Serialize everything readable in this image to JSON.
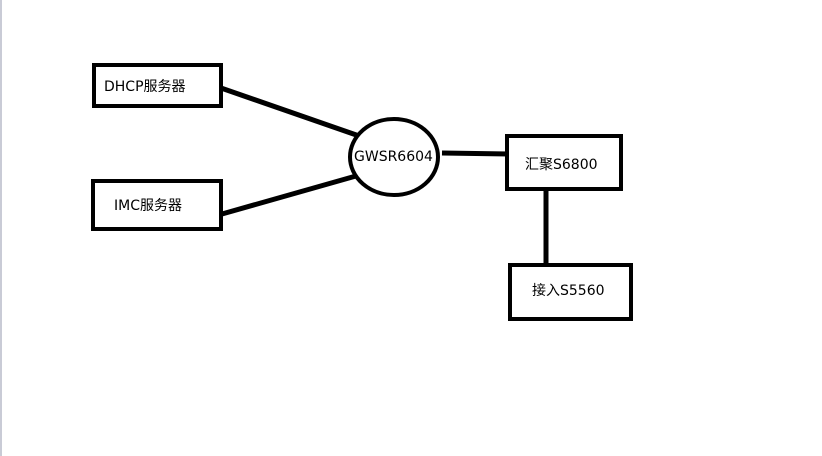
{
  "diagram": {
    "nodes": {
      "dhcp": {
        "label": "DHCP服务器"
      },
      "imc": {
        "label": "IMC服务器"
      },
      "router": {
        "label": "GWSR6604"
      },
      "aggregation": {
        "label": "汇聚S6800"
      },
      "access": {
        "label": "接入S5560"
      }
    },
    "edges": [
      {
        "from": "dhcp",
        "to": "router"
      },
      {
        "from": "imc",
        "to": "router"
      },
      {
        "from": "router",
        "to": "aggregation"
      },
      {
        "from": "aggregation",
        "to": "access"
      }
    ]
  }
}
